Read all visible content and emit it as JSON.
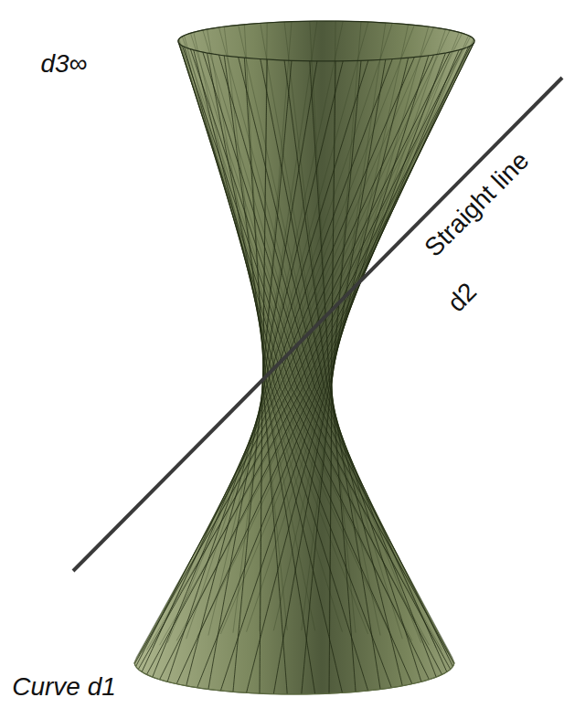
{
  "diagram": {
    "labels": [
      "d3∞",
      "Straight line",
      "d2",
      "Curve d1"
    ]
  }
}
